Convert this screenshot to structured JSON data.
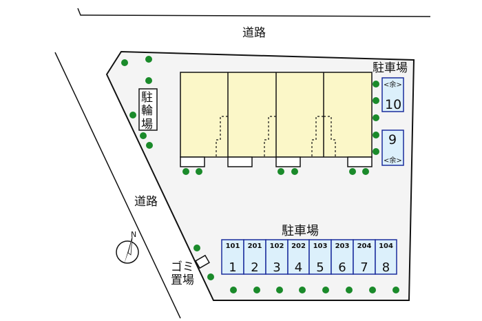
{
  "roads": {
    "top": "道路",
    "left": "道路"
  },
  "bicycle_parking": [
    "駐",
    "輪",
    "場"
  ],
  "garbage": [
    "ゴミ",
    "置場"
  ],
  "compass": "N",
  "parking_right": {
    "label": "駐車場",
    "spaces": [
      {
        "number": "10",
        "note": "<余>"
      },
      {
        "number": "9",
        "note": "<余>"
      }
    ]
  },
  "parking_bottom": {
    "label": "駐車場",
    "spaces": [
      {
        "unit": "101",
        "number": "1"
      },
      {
        "unit": "201",
        "number": "2"
      },
      {
        "unit": "102",
        "number": "3"
      },
      {
        "unit": "202",
        "number": "4"
      },
      {
        "unit": "103",
        "number": "5"
      },
      {
        "unit": "203",
        "number": "6"
      },
      {
        "unit": "204",
        "number": "7"
      },
      {
        "unit": "104",
        "number": "8"
      }
    ]
  },
  "colors": {
    "site": "#f4f4f4",
    "building": "#fbf7c8",
    "parking": "#dcf0fb",
    "parking_border": "#1a2c9c",
    "tree": "#1a8a2a"
  }
}
